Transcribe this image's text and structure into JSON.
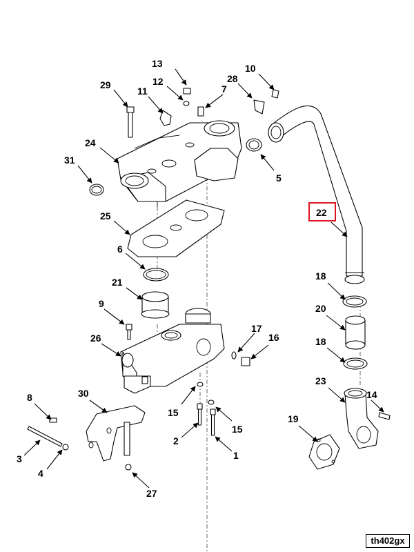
{
  "figure_id": "th402gx",
  "highlight_color": "#e0141e",
  "highlighted_callout": "22",
  "callouts": {
    "c1": "1",
    "c2": "2",
    "c3": "3",
    "c4": "4",
    "c5": "5",
    "c6": "6",
    "c7": "7",
    "c8": "8",
    "c9": "9",
    "c10": "10",
    "c11": "11",
    "c12": "12",
    "c13": "13",
    "c14": "14",
    "c15a": "15",
    "c15b": "15",
    "c16": "16",
    "c17": "17",
    "c18a": "18",
    "c18b": "18",
    "c19": "19",
    "c20": "20",
    "c21": "21",
    "c22": "22",
    "c23": "23",
    "c24": "24",
    "c25": "25",
    "c26": "26",
    "c27": "27",
    "c28": "28",
    "c29": "29",
    "c30": "30",
    "c31": "31"
  }
}
